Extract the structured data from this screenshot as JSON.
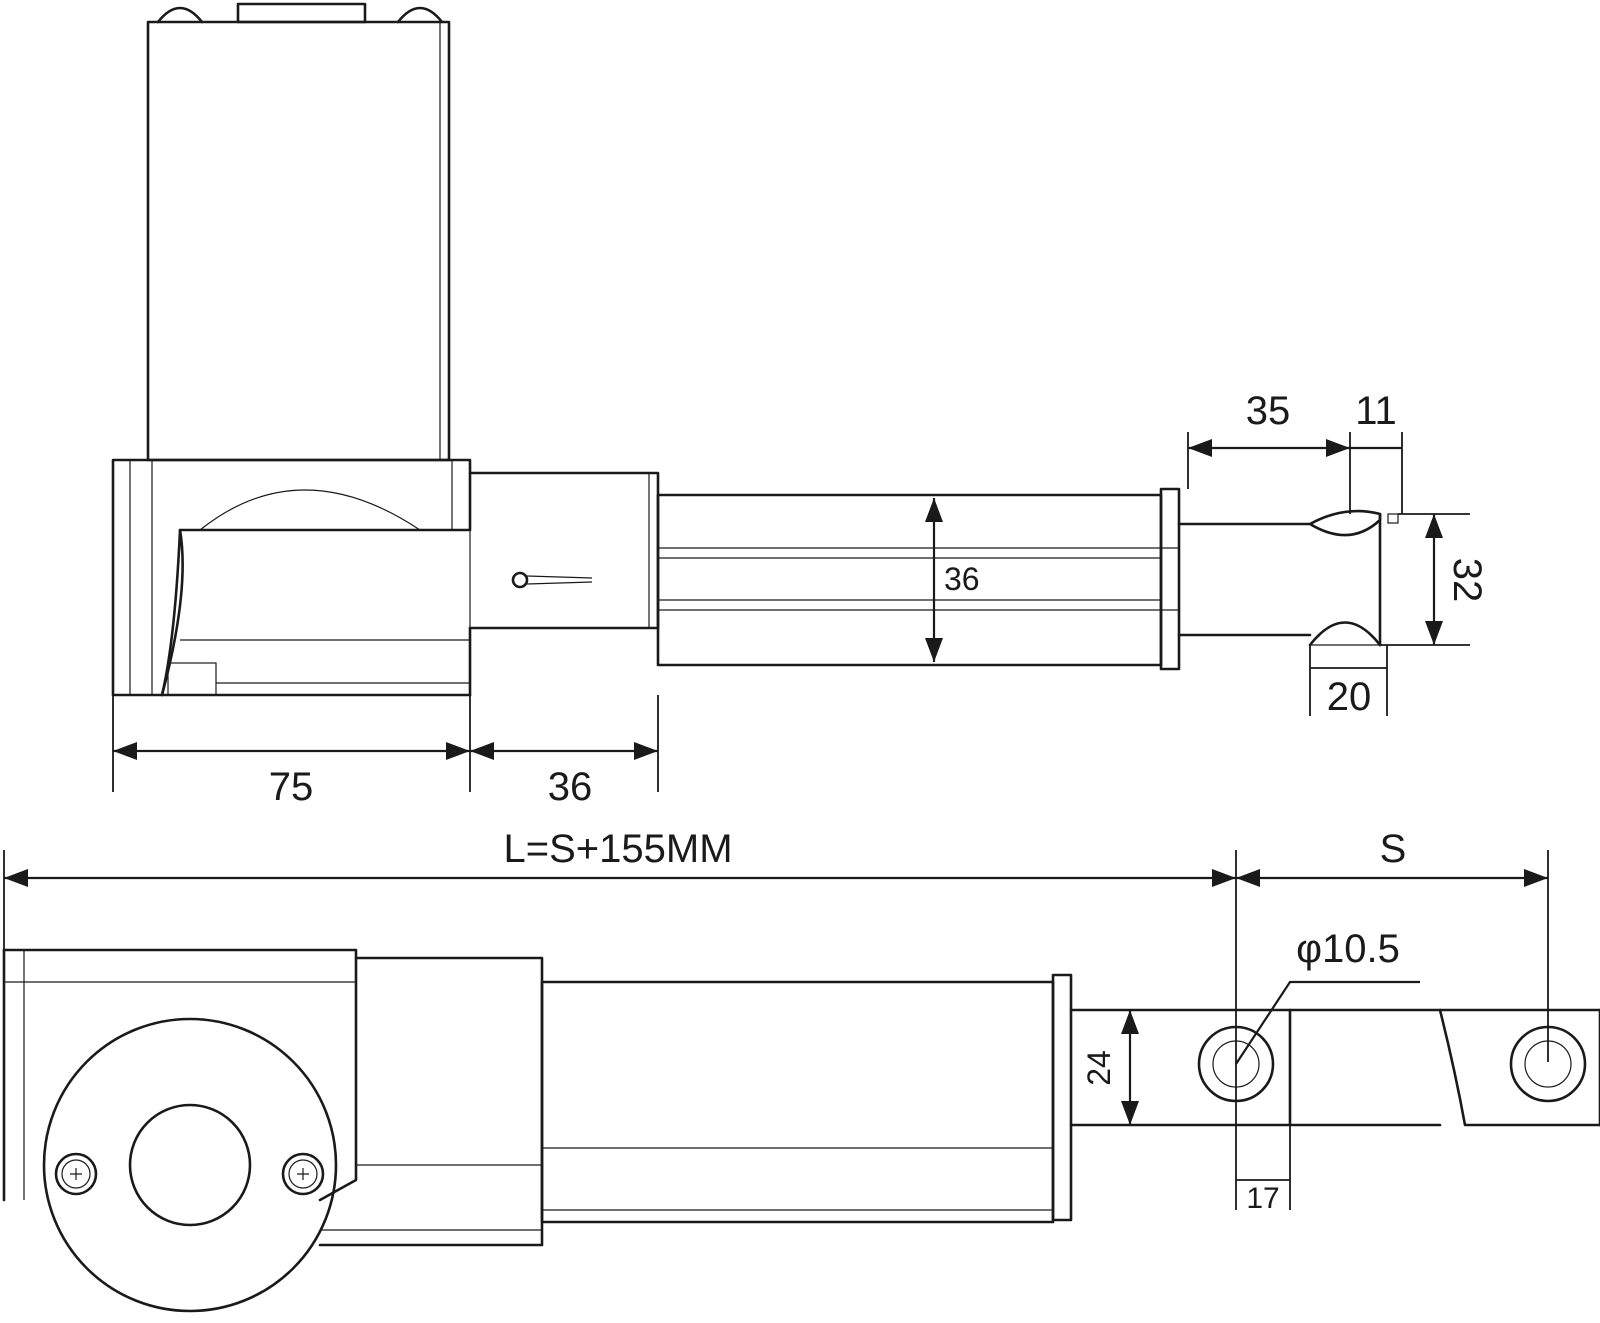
{
  "dimensions": {
    "top_base_length": "75",
    "top_collar_length": "36",
    "top_tube_height": "36",
    "top_end_offset": "35",
    "top_end_width": "11",
    "top_rod_height": "32",
    "top_tab_width": "20",
    "overall_length": "L=S+155MM",
    "stroke": "S",
    "hole_diameter": "φ10.5",
    "rod_width": "24",
    "hole_offset": "17"
  }
}
